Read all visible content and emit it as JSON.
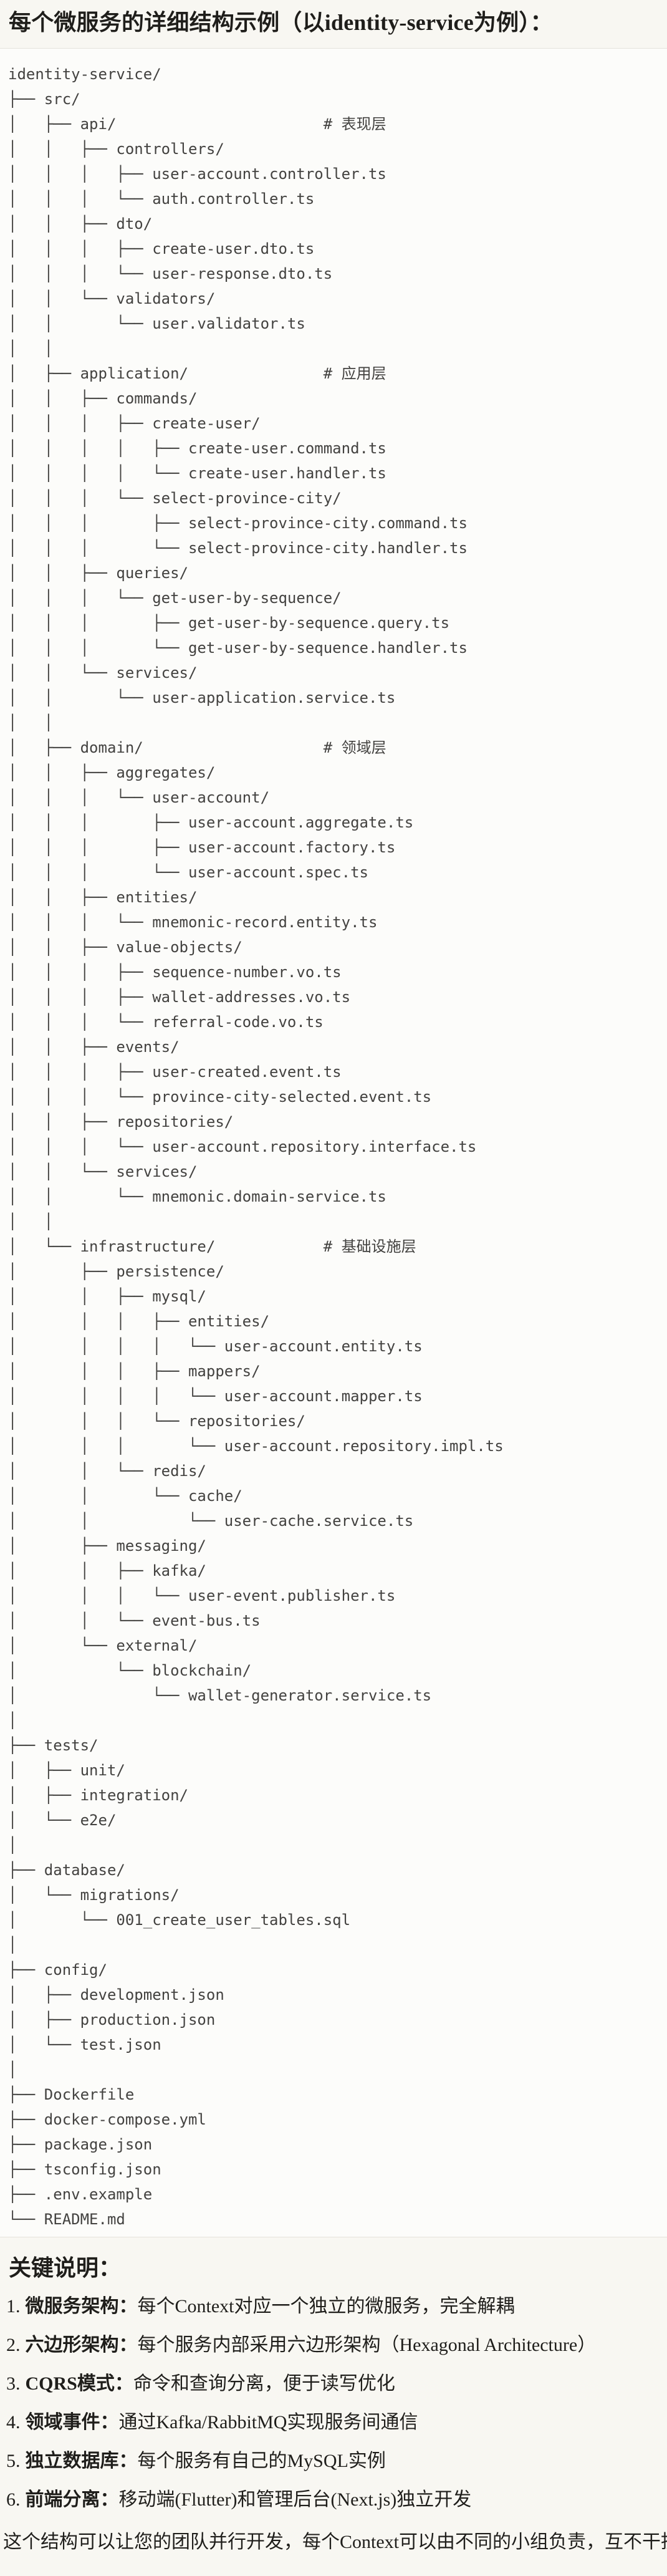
{
  "colors": {
    "page_bg": "#F8F7F2",
    "code_block_bg": "#FCFCFA",
    "code_block_border": "#E5E3DC",
    "body_text": "#1F1E1B",
    "code_text": "#434240"
  },
  "page": {
    "title": "每个微服务的详细结构示例（以identity-service为例）：",
    "notes_heading": "关键说明：",
    "closing": "这个结构可以让您的团队并行开发，每个Context可以由不同的小组负责，互不干扰。"
  },
  "tree": {
    "lines": [
      "identity-service/",
      "├── src/",
      "│   ├── api/                       # 表现层",
      "│   │   ├── controllers/",
      "│   │   │   ├── user-account.controller.ts",
      "│   │   │   └── auth.controller.ts",
      "│   │   ├── dto/",
      "│   │   │   ├── create-user.dto.ts",
      "│   │   │   └── user-response.dto.ts",
      "│   │   └── validators/",
      "│   │       └── user.validator.ts",
      "│   │",
      "│   ├── application/               # 应用层",
      "│   │   ├── commands/",
      "│   │   │   ├── create-user/",
      "│   │   │   │   ├── create-user.command.ts",
      "│   │   │   │   └── create-user.handler.ts",
      "│   │   │   └── select-province-city/",
      "│   │   │       ├── select-province-city.command.ts",
      "│   │   │       └── select-province-city.handler.ts",
      "│   │   ├── queries/",
      "│   │   │   └── get-user-by-sequence/",
      "│   │   │       ├── get-user-by-sequence.query.ts",
      "│   │   │       └── get-user-by-sequence.handler.ts",
      "│   │   └── services/",
      "│   │       └── user-application.service.ts",
      "│   │",
      "│   ├── domain/                    # 领域层",
      "│   │   ├── aggregates/",
      "│   │   │   └── user-account/",
      "│   │   │       ├── user-account.aggregate.ts",
      "│   │   │       ├── user-account.factory.ts",
      "│   │   │       └── user-account.spec.ts",
      "│   │   ├── entities/",
      "│   │   │   └── mnemonic-record.entity.ts",
      "│   │   ├── value-objects/",
      "│   │   │   ├── sequence-number.vo.ts",
      "│   │   │   ├── wallet-addresses.vo.ts",
      "│   │   │   └── referral-code.vo.ts",
      "│   │   ├── events/",
      "│   │   │   ├── user-created.event.ts",
      "│   │   │   └── province-city-selected.event.ts",
      "│   │   ├── repositories/",
      "│   │   │   └── user-account.repository.interface.ts",
      "│   │   └── services/",
      "│   │       └── mnemonic.domain-service.ts",
      "│   │",
      "│   └── infrastructure/            # 基础设施层",
      "│       ├── persistence/",
      "│       │   ├── mysql/",
      "│       │   │   ├── entities/",
      "│       │   │   │   └── user-account.entity.ts",
      "│       │   │   ├── mappers/",
      "│       │   │   │   └── user-account.mapper.ts",
      "│       │   │   └── repositories/",
      "│       │   │       └── user-account.repository.impl.ts",
      "│       │   └── redis/",
      "│       │       └── cache/",
      "│       │           └── user-cache.service.ts",
      "│       ├── messaging/",
      "│       │   ├── kafka/",
      "│       │   │   └── user-event.publisher.ts",
      "│       │   └── event-bus.ts",
      "│       └── external/",
      "│           └── blockchain/",
      "│               └── wallet-generator.service.ts",
      "│",
      "├── tests/",
      "│   ├── unit/",
      "│   ├── integration/",
      "│   └── e2e/",
      "│",
      "├── database/",
      "│   └── migrations/",
      "│       └── 001_create_user_tables.sql",
      "│",
      "├── config/",
      "│   ├── development.json",
      "│   ├── production.json",
      "│   └── test.json",
      "│",
      "├── Dockerfile",
      "├── docker-compose.yml",
      "├── package.json",
      "├── tsconfig.json",
      "├── .env.example",
      "└── README.md"
    ]
  },
  "notes": [
    {
      "num": "1.",
      "term": "微服务架构",
      "sep": "：",
      "desc": "每个Context对应一个独立的微服务，完全解耦"
    },
    {
      "num": "2.",
      "term": "六边形架构",
      "sep": "：",
      "desc": "每个服务内部采用六边形架构（Hexagonal Architecture）"
    },
    {
      "num": "3.",
      "term": "CQRS模式",
      "sep": "：",
      "desc": "命令和查询分离，便于读写优化"
    },
    {
      "num": "4.",
      "term": "领域事件",
      "sep": "：",
      "desc": "通过Kafka/RabbitMQ实现服务间通信"
    },
    {
      "num": "5.",
      "term": "独立数据库",
      "sep": "：",
      "desc": "每个服务有自己的MySQL实例"
    },
    {
      "num": "6.",
      "term": "前端分离",
      "sep": "：",
      "desc": "移动端(Flutter)和管理后台(Next.js)独立开发"
    }
  ]
}
